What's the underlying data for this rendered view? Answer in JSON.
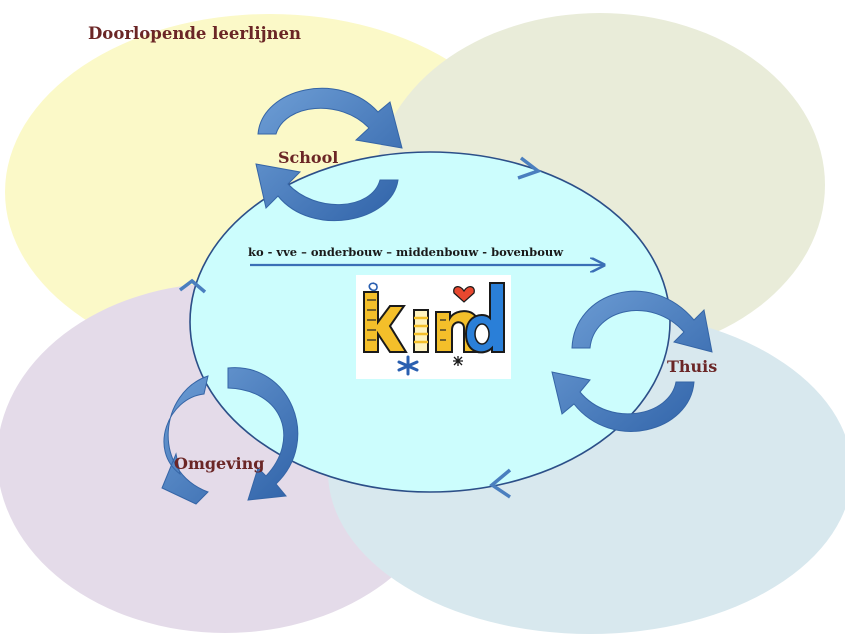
{
  "title": "Doorlopende leerlijnen",
  "center_line": "ko - vve – onderbouw – middenbouw - bovenbouw",
  "labels": {
    "school": "School",
    "thuis": "Thuis",
    "omgeving": "Omgeving"
  },
  "logo": {
    "word": "kind",
    "letters": [
      "k",
      "i",
      "n",
      "d"
    ]
  },
  "colors": {
    "yellow_ellipse": "#fbf9c8",
    "green_ellipse": "#e9ecd9",
    "purple_ellipse": "#e4dbe9",
    "blue_ellipse": "#d8e8ee",
    "center_fill": "#ccfdfd",
    "center_stroke": "#2c4f88",
    "arrow_blue": "#4a7fbf",
    "label_brown": "#6b2626"
  }
}
